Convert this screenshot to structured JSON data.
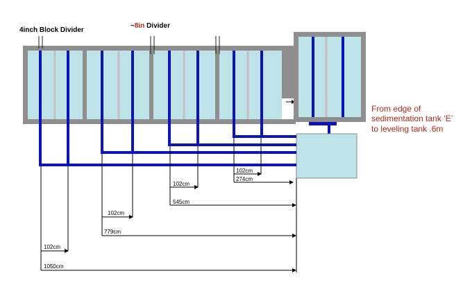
{
  "labels": {
    "block_divider": "4inch Block Divider",
    "divider_prefix": "~",
    "divider_value": "8in",
    "divider_suffix": " Divider",
    "note_line1": "From edge of",
    "note_line2": "sedimentation tank ‘E’",
    "note_line3": "to leveling tank .6m"
  },
  "dimensions": [
    {
      "id": "dim-274cm",
      "label": "274cm"
    },
    {
      "id": "dim-102cm-a",
      "label": "102cm"
    },
    {
      "id": "dim-102cm-b",
      "label": "102cm"
    },
    {
      "id": "dim-545cm",
      "label": "545cm"
    },
    {
      "id": "dim-102cm-c",
      "label": "102cm"
    },
    {
      "id": "dim-779cm",
      "label": "779cm"
    },
    {
      "id": "dim-102cm-d",
      "label": "102cm"
    },
    {
      "id": "dim-1050cm",
      "label": "1050cm"
    }
  ],
  "colors": {
    "tank_frame": "#8e8e8e",
    "water": "#bde3e8",
    "pipe": "#0c14b8",
    "gray_pipe": "#c2c2c2",
    "note_text": "#b02818"
  }
}
